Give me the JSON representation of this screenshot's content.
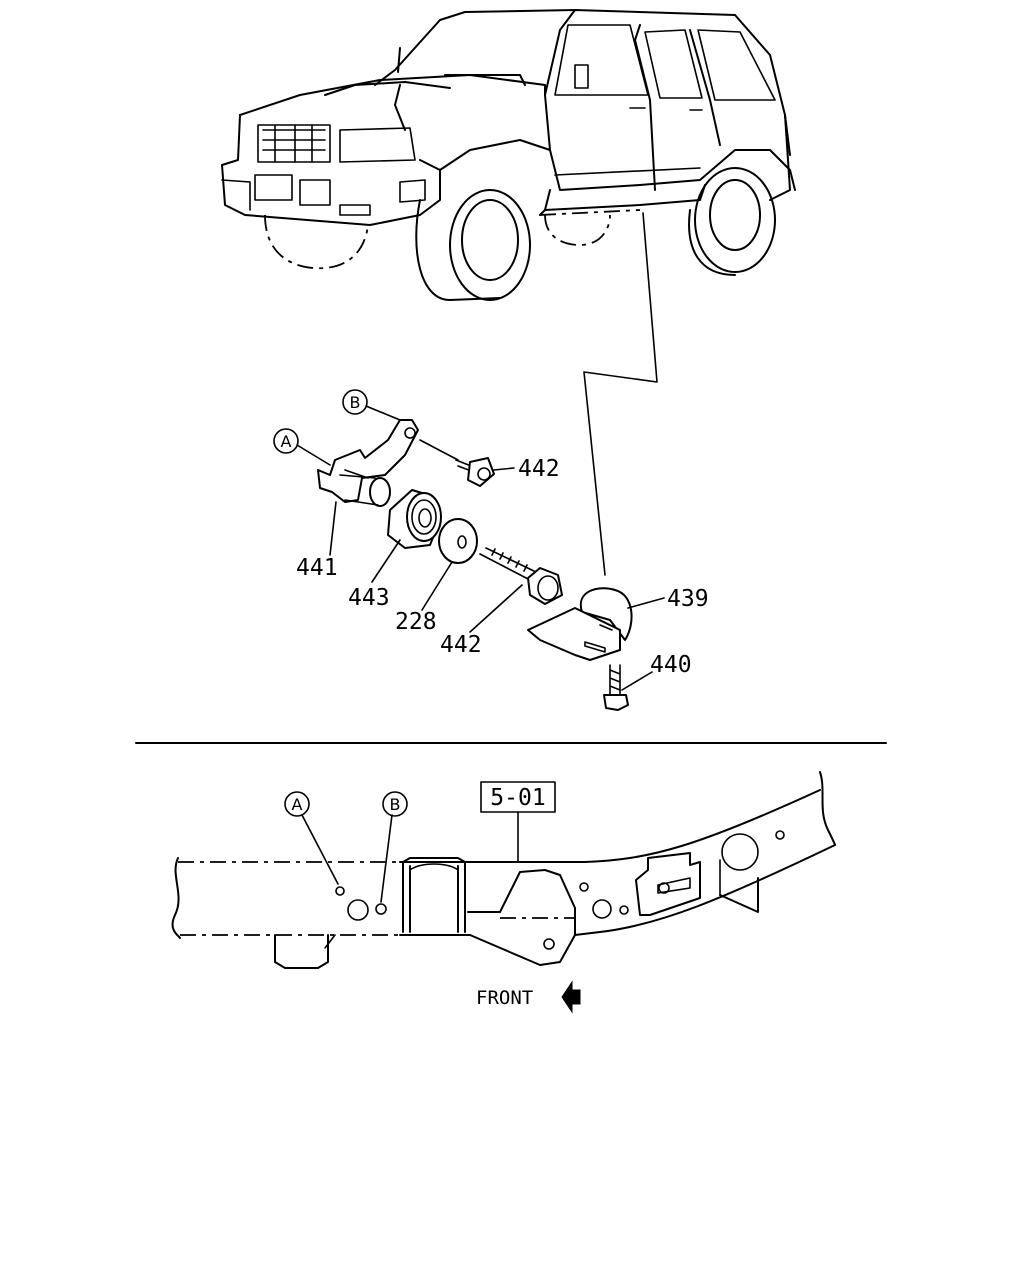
{
  "callouts": {
    "a": "A",
    "b": "B"
  },
  "parts": {
    "p441": "441",
    "p442_top": "442",
    "p443": "443",
    "p228": "228",
    "p442_bottom": "442",
    "p439": "439",
    "p440": "440"
  },
  "frame": {
    "ref_box": "5-01",
    "callout_a": "A",
    "callout_b": "B",
    "front_label": "FRONT"
  }
}
